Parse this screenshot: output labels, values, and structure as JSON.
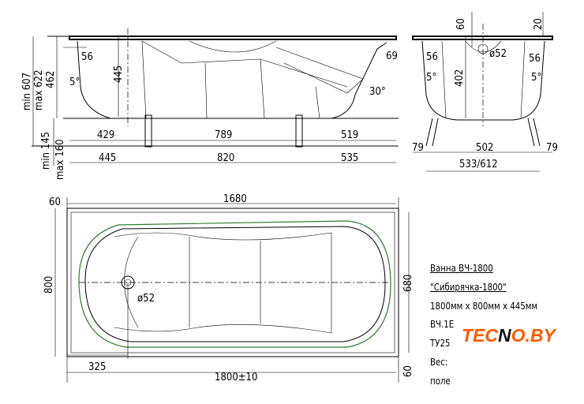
{
  "side_view": {
    "dims": {
      "top_inset": "56",
      "depth": "445",
      "left_span": "429",
      "mid_span": "789",
      "right_span": "519",
      "leg_left": "445",
      "leg_mid": "820",
      "leg_right": "535",
      "right_inset": "69",
      "slope_angle": "30°",
      "wall_angle": "5°",
      "height_min": "min 607",
      "height_max": "max 622",
      "rim_height": "462",
      "foot_min": "min 145",
      "foot_max": "max 160"
    }
  },
  "end_view": {
    "dims": {
      "offset": "60",
      "rim": "20",
      "drain": "ø52",
      "inset_left": "56",
      "inset_right": "56",
      "angle_left": "5°",
      "angle_right": "5°",
      "depth": "402",
      "edge_left": "79",
      "leg_span": "502",
      "edge_right": "79",
      "width": "533/612"
    }
  },
  "top_view": {
    "dims": {
      "offset_top": "60",
      "inner_length": "1680",
      "width": "800",
      "inner_width": "680",
      "drain": "ø52",
      "drain_offset": "325",
      "length": "1800±10",
      "offset_bottom": "60"
    }
  },
  "info": {
    "title": "Ванна ВЧ-1800",
    "model": "\"Сибирячка-1800\"",
    "size": "1800мм х 800мм х 445мм",
    "code": "ВЧ.1Е",
    "spec": "ТУ25",
    "weight": "Вес:",
    "field": "поле"
  },
  "logo": {
    "text_a": "TEC",
    "text_b": "N",
    "text_c": "O.BY",
    "color": "#ff5a00"
  }
}
